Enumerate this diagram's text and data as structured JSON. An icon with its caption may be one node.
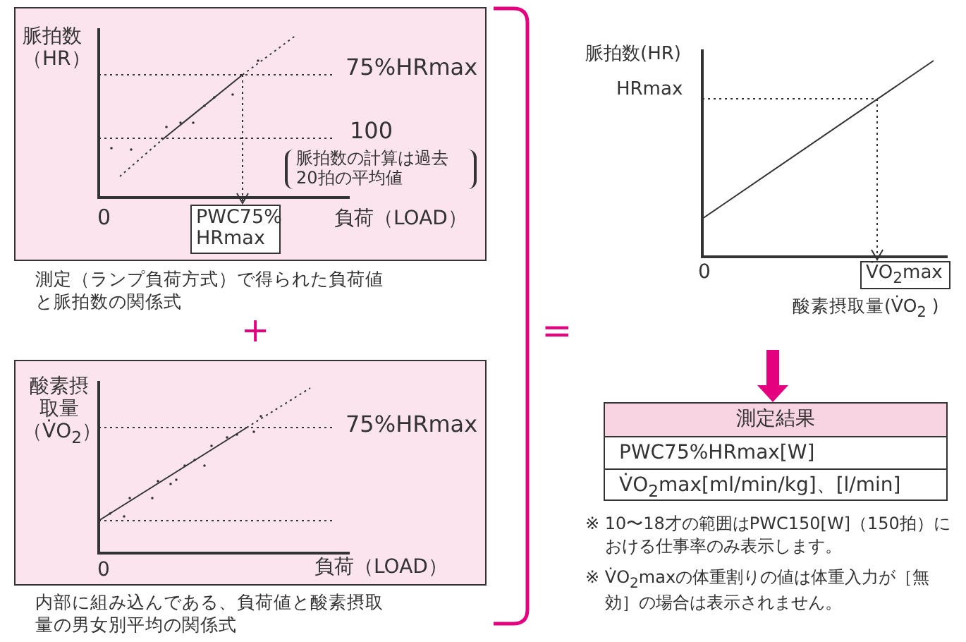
{
  "diagram": {
    "nodes": [
      {
        "text": [
          "脈拍数（HR）",
          "75%HRmax",
          "100",
          "脈拍数の計算は過去20拍の平均値",
          "0",
          "負荷（LOAD）"
        ]
      },
      {
        "text": [
          "PWC75% HRmax"
        ],
        "in": 0
      },
      {
        "text": [
          "酸素摂取量（V̇O$_{2}$）",
          "75%HRmax",
          "0",
          "負荷（LOAD）"
        ]
      },
      {
        "text": [
          "V̇O$_{2}$max"
        ]
      },
      {
        "text": [
          "測定結果",
          "PWC75%HRmax[W]",
          "V̇O$_{2}$max[ml/min/kg]、[l/min]"
        ]
      }
    ],
    "edges": [
      {
        "from": null,
        "to": 1,
        "arrow": "to",
        "style": "dashed"
      },
      {
        "from": null,
        "to": 3,
        "arrow": "to",
        "style": "dashed"
      },
      {
        "from": null,
        "to": 4,
        "arrow": "to",
        "style": "thick",
        "color": "#e4007f"
      }
    ],
    "labels": [
      "測定（ランプ負荷方式）で得られた負荷値と脈拍数の関係式",
      "+",
      "内部に組み込んである、負荷値と酸素摂取量の男女別平均の関係式",
      "=",
      "脈拍数(HR)",
      "HRmax",
      "0",
      "酸素摂取量(V̇O$_{2}$ )",
      "※ 10〜18才の範囲はPWC150[W]（150拍）における仕事率のみ表示します。",
      "※ V̇O$_{2}$maxの体重割りの値は体重入力が［無効］の場合は表示されません。"
    ]
  }
}
